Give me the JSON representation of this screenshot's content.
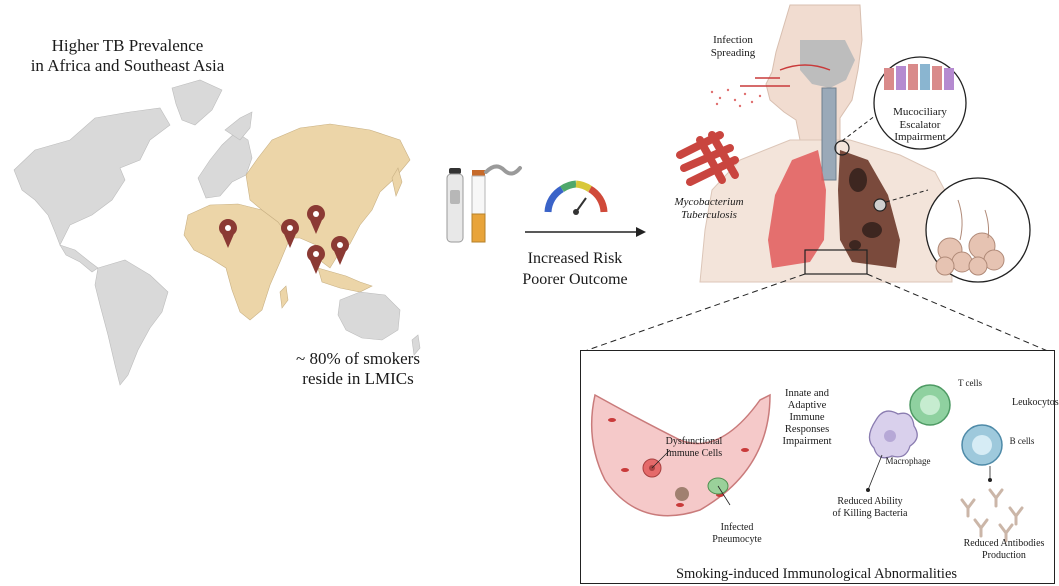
{
  "map": {
    "title_line1": "Higher TB Prevalence",
    "title_line2": "in Africa and Southeast Asia",
    "smokers_line1": "~ 80% of smokers",
    "smokers_line2": "reside in LMICs"
  },
  "risk": {
    "line1": "Increased Risk",
    "line2": "Poorer Outcome"
  },
  "body": {
    "infection_line1": "Infection",
    "infection_line2": "Spreading",
    "mycobacterium_line1": "Mycobacterium",
    "mycobacterium_line2": "Tuberculosis",
    "mucociliary_line1": "Mucociliary",
    "mucociliary_line2": "Escalator",
    "mucociliary_line3": "Impairment"
  },
  "inset": {
    "title": "Smoking-induced Immunological Abnormalities",
    "dysfunctional_line1": "Dysfunctional",
    "dysfunctional_line2": "Immune Cells",
    "infected_line1": "Infected",
    "infected_line2": "Pneumocyte",
    "innate_line1": "Innate and",
    "innate_line2": "Adaptive",
    "innate_line3": "Immune",
    "innate_line4": "Responses",
    "innate_line5": "Impairment",
    "t_cells": "T cells",
    "leukocytosis": "Leukocytosis",
    "b_cells": "B cells",
    "macrophage": "Macrophage",
    "reduced_killing_line1": "Reduced Ability",
    "reduced_killing_line2": "of Killing Bacteria",
    "reduced_antibodies_line1": "Reduced Antibodies",
    "reduced_antibodies_line2": "Production"
  },
  "colors": {
    "map_highlight": "#ecd5a8",
    "map_grey": "#d9d9d9",
    "pin": "#8b3a34",
    "lung_red": "#e05a5a",
    "lung_dark": "#7a4a3c",
    "skin": "#f1dcd0",
    "bacteria": "#c9453f"
  },
  "icons": [
    "pin-icon",
    "vape-icon",
    "cigarette-icon",
    "gauge-icon",
    "arrow-icon"
  ]
}
